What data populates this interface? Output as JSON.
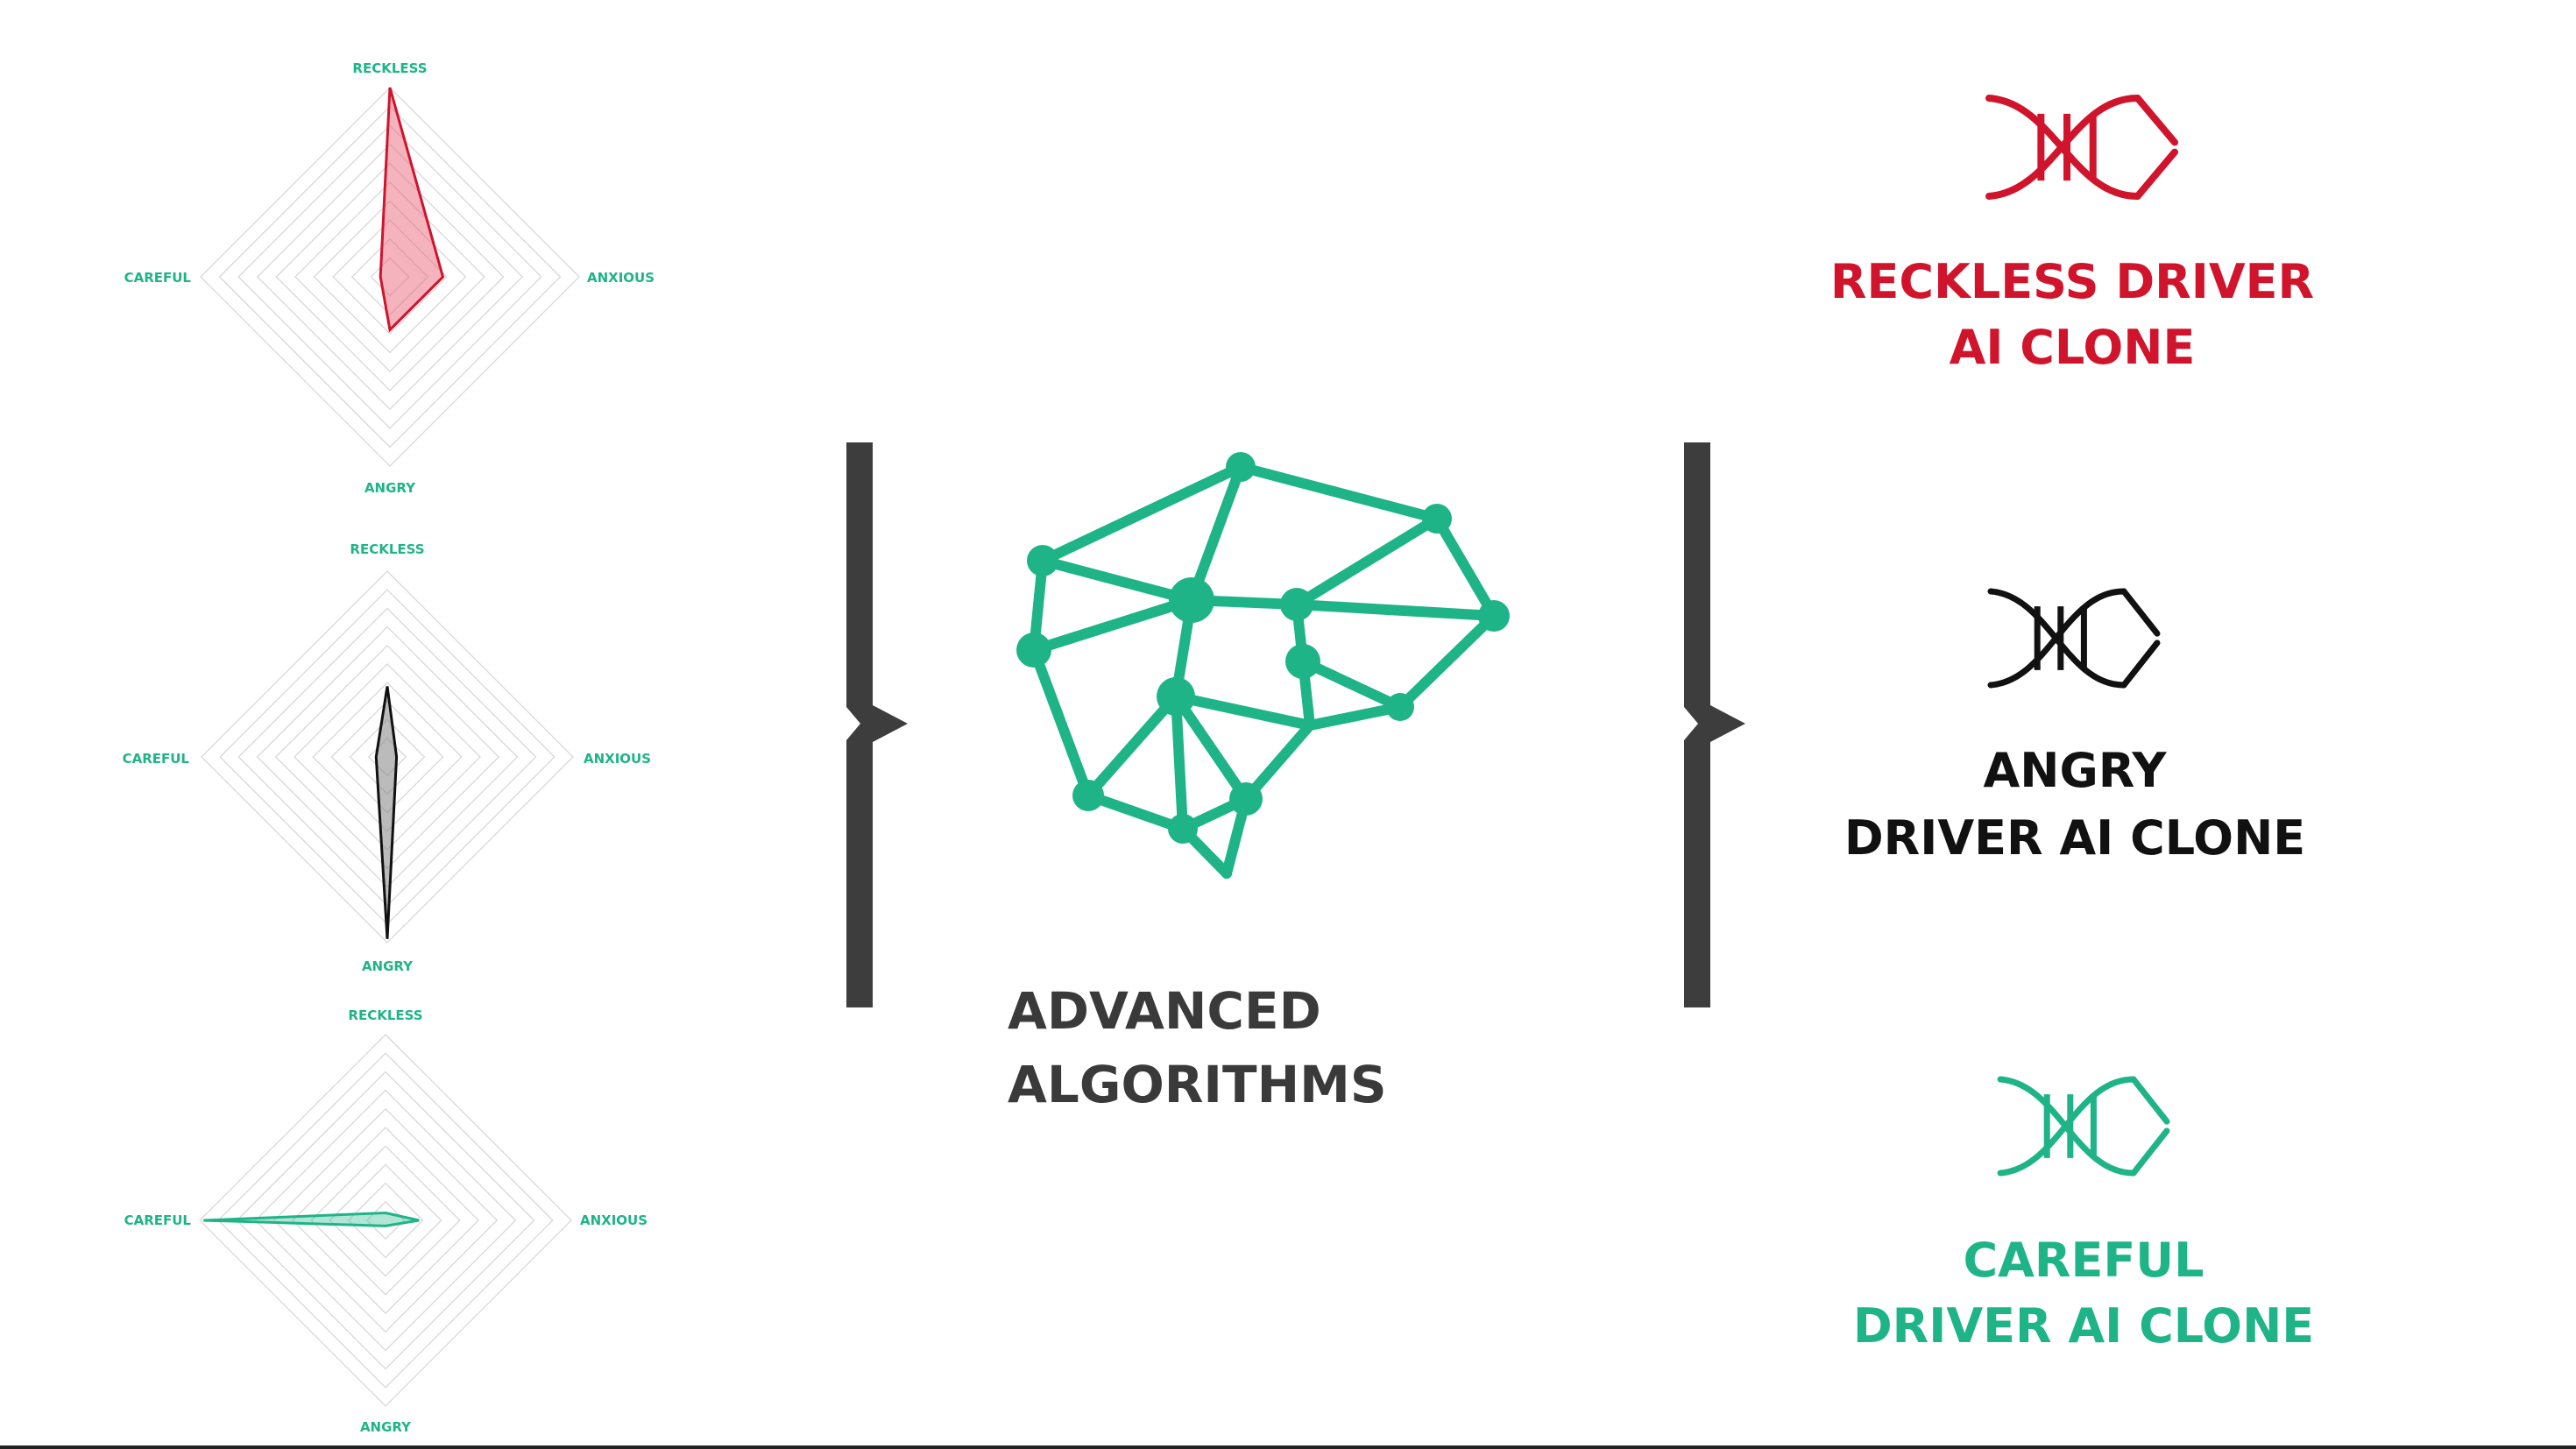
{
  "colors": {
    "reckless": "#d0142c",
    "angry": "#111111",
    "careful": "#1fb487",
    "network": "#1fb487",
    "bracket": "#3d3d3d",
    "grid": "#d8d8d8"
  },
  "radar_axes": {
    "top": "RECKLESS",
    "right": "ANXIOUS",
    "bottom": "ANGRY",
    "left": "CAREFUL"
  },
  "chart_data": [
    {
      "type": "radar",
      "axes": [
        "RECKLESS",
        "ANXIOUS",
        "ANGRY",
        "CAREFUL"
      ],
      "range": [
        0,
        10
      ],
      "values": [
        10,
        2.8,
        2.8,
        0.5
      ],
      "color": "#d0142c",
      "fill": "rgba(232,88,108,0.45)"
    },
    {
      "type": "radar",
      "axes": [
        "RECKLESS",
        "ANXIOUS",
        "ANGRY",
        "CAREFUL"
      ],
      "range": [
        0,
        10
      ],
      "values": [
        3.8,
        0.5,
        9.8,
        0.6
      ],
      "color": "#111111",
      "fill": "rgba(120,120,120,0.5)"
    },
    {
      "type": "radar",
      "axes": [
        "RECKLESS",
        "ANXIOUS",
        "ANGRY",
        "CAREFUL"
      ],
      "range": [
        0,
        10
      ],
      "values": [
        0.4,
        1.8,
        0.3,
        9.8
      ],
      "color": "#1fb487",
      "fill": "rgba(31,180,135,0.35)"
    }
  ],
  "center": {
    "line1": "ADVANCED",
    "line2": "ALGORITHMS"
  },
  "outputs": [
    {
      "line1": "RECKLESS DRIVER",
      "line2": "AI CLONE",
      "color": "#d0142c"
    },
    {
      "line1": "ANGRY",
      "line2": "DRIVER AI CLONE",
      "color": "#111111"
    },
    {
      "line1": "CAREFUL",
      "line2": "DRIVER AI CLONE",
      "color": "#1fb487"
    }
  ]
}
